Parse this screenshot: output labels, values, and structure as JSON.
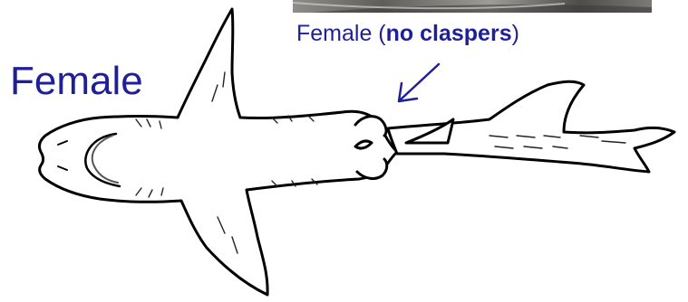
{
  "label": "Female",
  "caption": {
    "prefix": "Female (",
    "bold": "no claspers",
    "suffix": ")"
  },
  "colors": {
    "text": "#1f1f9a",
    "arrow": "#1f1f9a",
    "outline": "#000000",
    "photo": "#6b6a66"
  },
  "icons": {
    "shark": "shark-ventral-view-drawing",
    "arrow": "arrow-icon",
    "photo": "photo-strip"
  }
}
